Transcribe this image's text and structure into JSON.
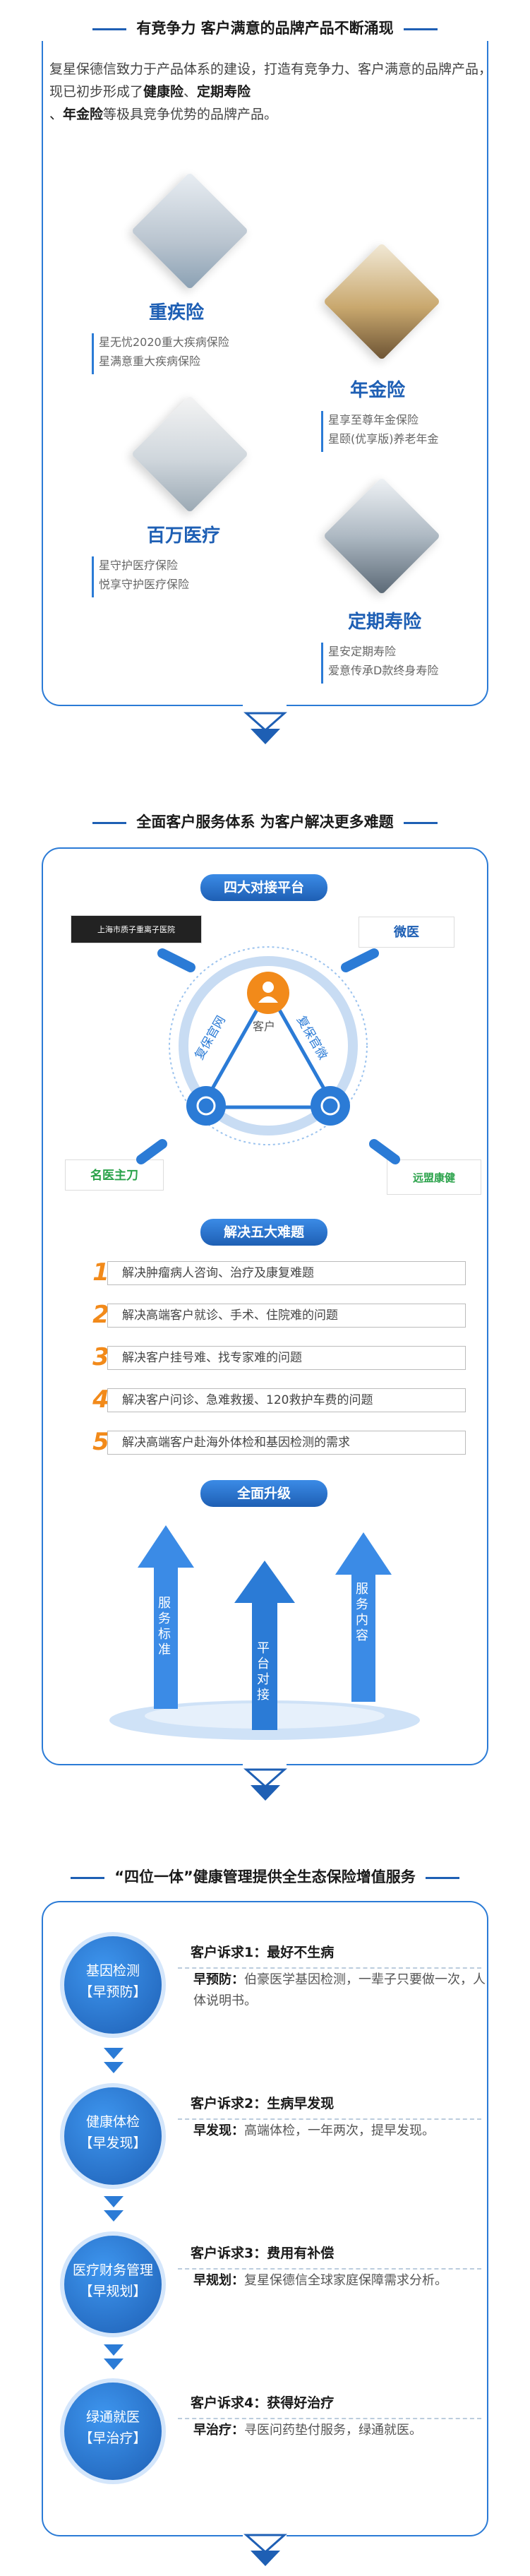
{
  "section1": {
    "title": "有竞争力 客户满意的品牌产品不断涌现",
    "intro_pre": "复星保德信致力于产品体系的建设，打造有竞争力、客户满意的品牌产品，现已初步形成了",
    "intro_b1": "健康险",
    "intro_sep1": "、",
    "intro_b2": "定期寿险",
    "intro_sep2": "、",
    "intro_b3": "年金险",
    "intro_post": "等极具竞争优势的品牌产品。",
    "products": [
      {
        "name": "重疾险",
        "lines": [
          "星无忧2020重大疾病保险",
          "星满意重大疾病保险"
        ]
      },
      {
        "name": "年金险",
        "lines": [
          "星享至尊年金保险",
          "星颐(优享版)养老年金"
        ]
      },
      {
        "name": "百万医疗",
        "lines": [
          "星守护医疗保险",
          "悦享守护医疗保险"
        ]
      },
      {
        "name": "定期寿险",
        "lines": [
          "星安定期寿险",
          "爱意传承D款终身寿险"
        ]
      }
    ]
  },
  "section2": {
    "title": "全面客户服务体系 为客户解决更多难题",
    "platform_label": "四大对接平台",
    "customer_label": "客户",
    "left_arc": "复保官网",
    "right_arc": "复保官微",
    "logos": [
      "上海市质子重离子医院",
      "微医",
      "名医主刀",
      "远盟康健"
    ],
    "problems_label": "解决五大难题",
    "problems": [
      {
        "num": "1",
        "text": "解决肿瘤病人咨询、治疗及康复难题"
      },
      {
        "num": "2",
        "text": "解决高端客户就诊、手术、住院难的问题"
      },
      {
        "num": "3",
        "text": "解决客户挂号难、找专家难的问题"
      },
      {
        "num": "4",
        "text": "解决客户问诊、急难救援、120救护车费的问题"
      },
      {
        "num": "5",
        "text": "解决高端客户赴海外体检和基因检测的需求"
      }
    ],
    "upgrade_label": "全面升级",
    "arrows": [
      "服务标准",
      "平台对接",
      "服务内容"
    ]
  },
  "section3": {
    "title": "“四位一体”健康管理提供全生态保险增值服务",
    "steps": [
      {
        "l1": "基因检测",
        "l2": "【早预防】",
        "need": "客户诉求1：最好不生病",
        "bold": "早预防：",
        "desc": "伯豪医学基因检测，一辈子只要做一次，人体说明书。"
      },
      {
        "l1": "健康体检",
        "l2": "【早发现】",
        "need": "客户诉求2：生病早发现",
        "bold": "早发现：",
        "desc": "高端体检，一年两次，提早发现。"
      },
      {
        "l1": "医疗财务管理",
        "l2": "【早规划】",
        "need": "客户诉求3：费用有补偿",
        "bold": "早规划：",
        "desc": "复星保德信全球家庭保障需求分析。"
      },
      {
        "l1": "绿通就医",
        "l2": "【早治疗】",
        "need": "客户诉求4：获得好治疗",
        "bold": "早治疗：",
        "desc": "寻医问药垫付服务，绿通就医。"
      }
    ]
  },
  "colors": {
    "primary": "#1e5fb4",
    "accent": "#2b7bd6",
    "orange": "#f28a1a"
  }
}
